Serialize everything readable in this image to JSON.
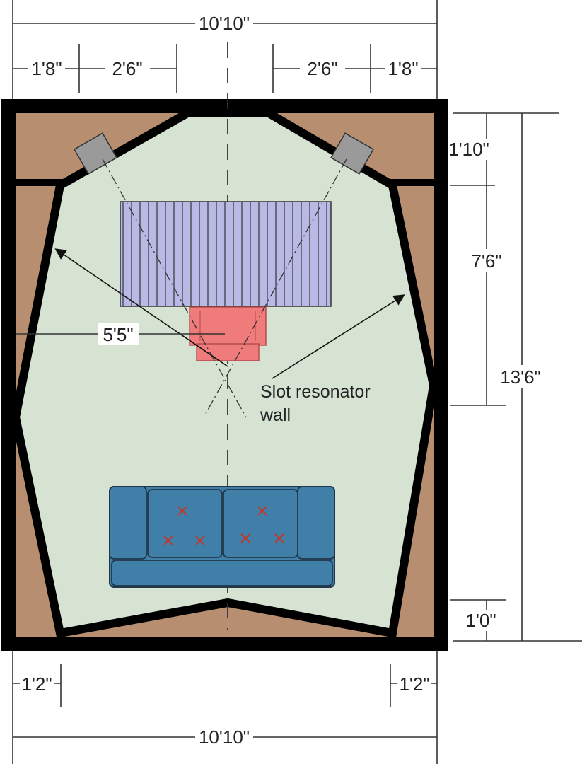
{
  "drawing": {
    "colors": {
      "floor": "#d6e3d2",
      "wood": "#b78e70",
      "wall": "#000000",
      "speaker": "#9a9a9a",
      "desk": "#b9b9e6",
      "chair": "#f07b7b",
      "sofa": "#3f7fa8",
      "sofa_mark": "#c0392b"
    },
    "dimensions": {
      "top_total": "10'10\"",
      "top_left_outer": "1'8\"",
      "top_left_inner": "2'6\"",
      "top_right_inner": "2'6\"",
      "top_right_outer": "1'8\"",
      "right_top": "1'10\"",
      "right_middle": "7'6\"",
      "right_total": "13'6\"",
      "right_bottom": "1'0\"",
      "listening_width": "5'5\"",
      "bottom_left": "1'2\"",
      "bottom_right": "1'2\"",
      "bottom_total": "10'10\""
    },
    "annotations": {
      "slot_line1": "Slot resonator",
      "slot_line2": "wall"
    },
    "objects": {
      "speaker_left": "speaker-icon",
      "speaker_right": "speaker-icon",
      "desk": "desk-icon",
      "chair": "chair-icon",
      "sofa": "sofa-icon"
    }
  }
}
